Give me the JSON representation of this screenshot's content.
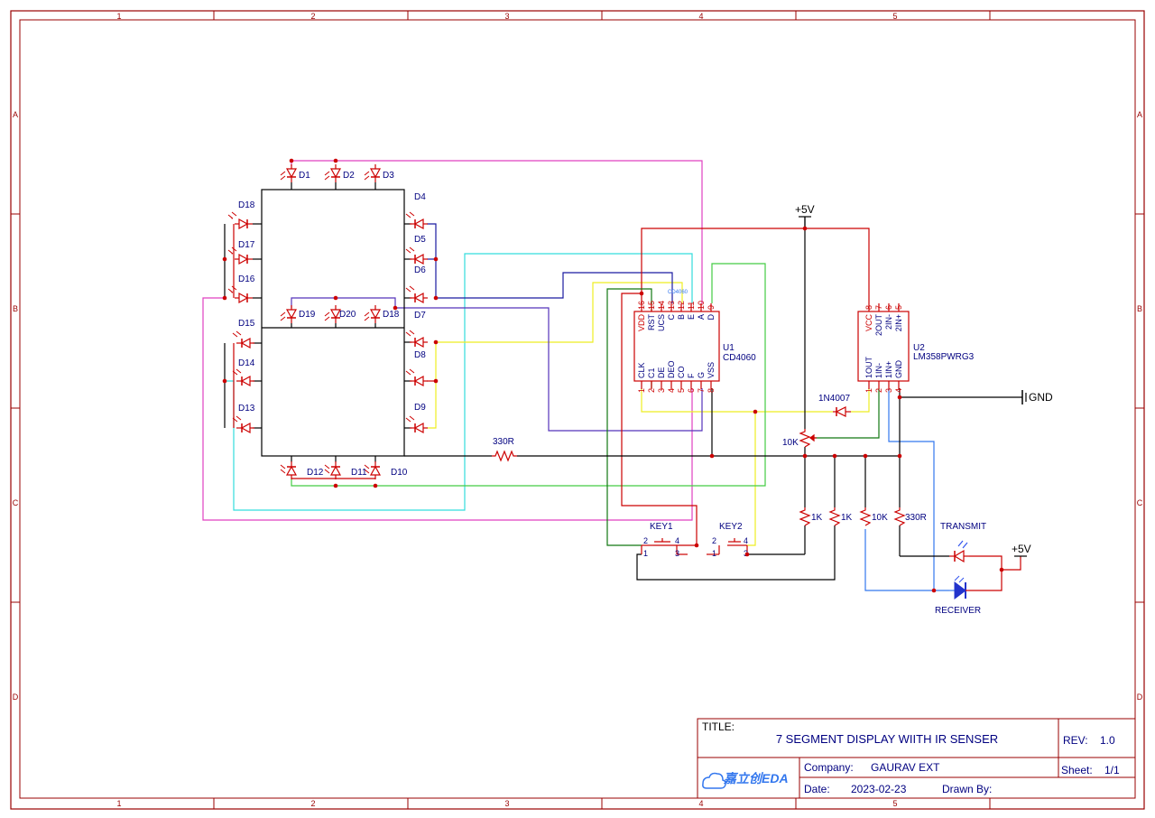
{
  "frame": {
    "columns": [
      "1",
      "2",
      "3",
      "4",
      "5"
    ],
    "rows": [
      "A",
      "B",
      "C",
      "D"
    ]
  },
  "title_block": {
    "title_label": "TITLE:",
    "title": "7 SEGMENT DISPLAY WIITH IR SENSER",
    "rev_label": "REV:",
    "rev": "1.0",
    "company_label": "Company:",
    "company": "GAURAV EXT",
    "sheet_label": "Sheet:",
    "sheet": "1/1",
    "date_label": "Date:",
    "date": "2023-02-23",
    "drawn_label": "Drawn By:",
    "logo_text": "嘉立创EDA"
  },
  "leds": {
    "d1": "D1",
    "d2": "D2",
    "d3": "D3",
    "d4": "D4",
    "d5": "D5",
    "d6": "D6",
    "d7": "D7",
    "d8": "D8",
    "d9": "D9",
    "d10": "D10",
    "d11": "D11",
    "d12": "D12",
    "d13": "D13",
    "d14": "D14",
    "d15": "D15",
    "d16": "D16",
    "d17": "D17",
    "d18": "D18",
    "d18b": "D18",
    "d19": "D19",
    "d20": "D20"
  },
  "u1": {
    "ref": "U1",
    "value": "CD4060",
    "small_label": "CD4060",
    "top_pins": [
      {
        "num": "16",
        "name": "VDD"
      },
      {
        "num": "15",
        "name": "RST"
      },
      {
        "num": "14",
        "name": "UCS"
      },
      {
        "num": "13",
        "name": "C"
      },
      {
        "num": "12",
        "name": "B"
      },
      {
        "num": "11",
        "name": "E"
      },
      {
        "num": "10",
        "name": "A"
      },
      {
        "num": "9",
        "name": "D"
      }
    ],
    "bottom_pins": [
      {
        "num": "1",
        "name": "CLK"
      },
      {
        "num": "2",
        "name": "C1"
      },
      {
        "num": "3",
        "name": "DE"
      },
      {
        "num": "4",
        "name": "DEO"
      },
      {
        "num": "5",
        "name": "CO"
      },
      {
        "num": "6",
        "name": "F"
      },
      {
        "num": "7",
        "name": "G"
      },
      {
        "num": "8",
        "name": "VSS"
      }
    ]
  },
  "u2": {
    "ref": "U2",
    "value": "LM358PWRG3",
    "top_pins": [
      {
        "num": "8",
        "name": "VCC"
      },
      {
        "num": "7",
        "name": "2OUT"
      },
      {
        "num": "6",
        "name": "2IN-"
      },
      {
        "num": "5",
        "name": "2IN+"
      }
    ],
    "bottom_pins": [
      {
        "num": "1",
        "name": "1OUT"
      },
      {
        "num": "2",
        "name": "1IN-"
      },
      {
        "num": "3",
        "name": "1IN+"
      },
      {
        "num": "4",
        "name": "GND"
      }
    ]
  },
  "parts": {
    "r_330_top": "330R",
    "pot": "10K",
    "diode": "1N4007",
    "r1k_a": "1K",
    "r1k_b": "1K",
    "r10k": "10K",
    "r330": "330R",
    "key1": "KEY1",
    "key2": "KEY2",
    "key1_pins": [
      "2",
      "1",
      "4",
      "3"
    ],
    "key2_pins": [
      "2",
      "1",
      "4",
      "3"
    ],
    "transmit": "TRANSMIT",
    "receiver": "RECEIVER",
    "vcc_top": "+5V",
    "vcc_right": "+5V",
    "gnd": "GND"
  },
  "colors": {
    "border": "#990000",
    "part": "#cc0000",
    "wire": "#000000",
    "magenta": "#e040c0",
    "cyan": "#33dddd",
    "yellow": "#eeee22",
    "green": "#44cc44",
    "blue_dark": "#1a1aa0",
    "purple": "#5533bb",
    "red": "#cc0000",
    "dark_green": "#117711",
    "blue": "#3377ee",
    "olive_green": "#009900",
    "label_blue": "#000080"
  }
}
